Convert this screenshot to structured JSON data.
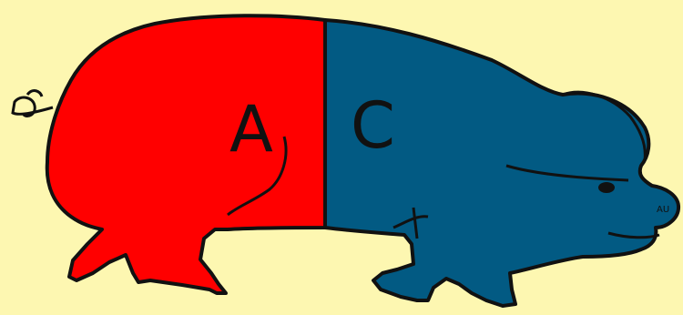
{
  "diagram": {
    "regions": [
      {
        "label": "A",
        "color": "#ff0000"
      },
      {
        "label": "C",
        "color": "#025a83"
      }
    ],
    "background_color": "#fdf7b1",
    "outline_color": "#111111",
    "snout_label": "AU"
  }
}
